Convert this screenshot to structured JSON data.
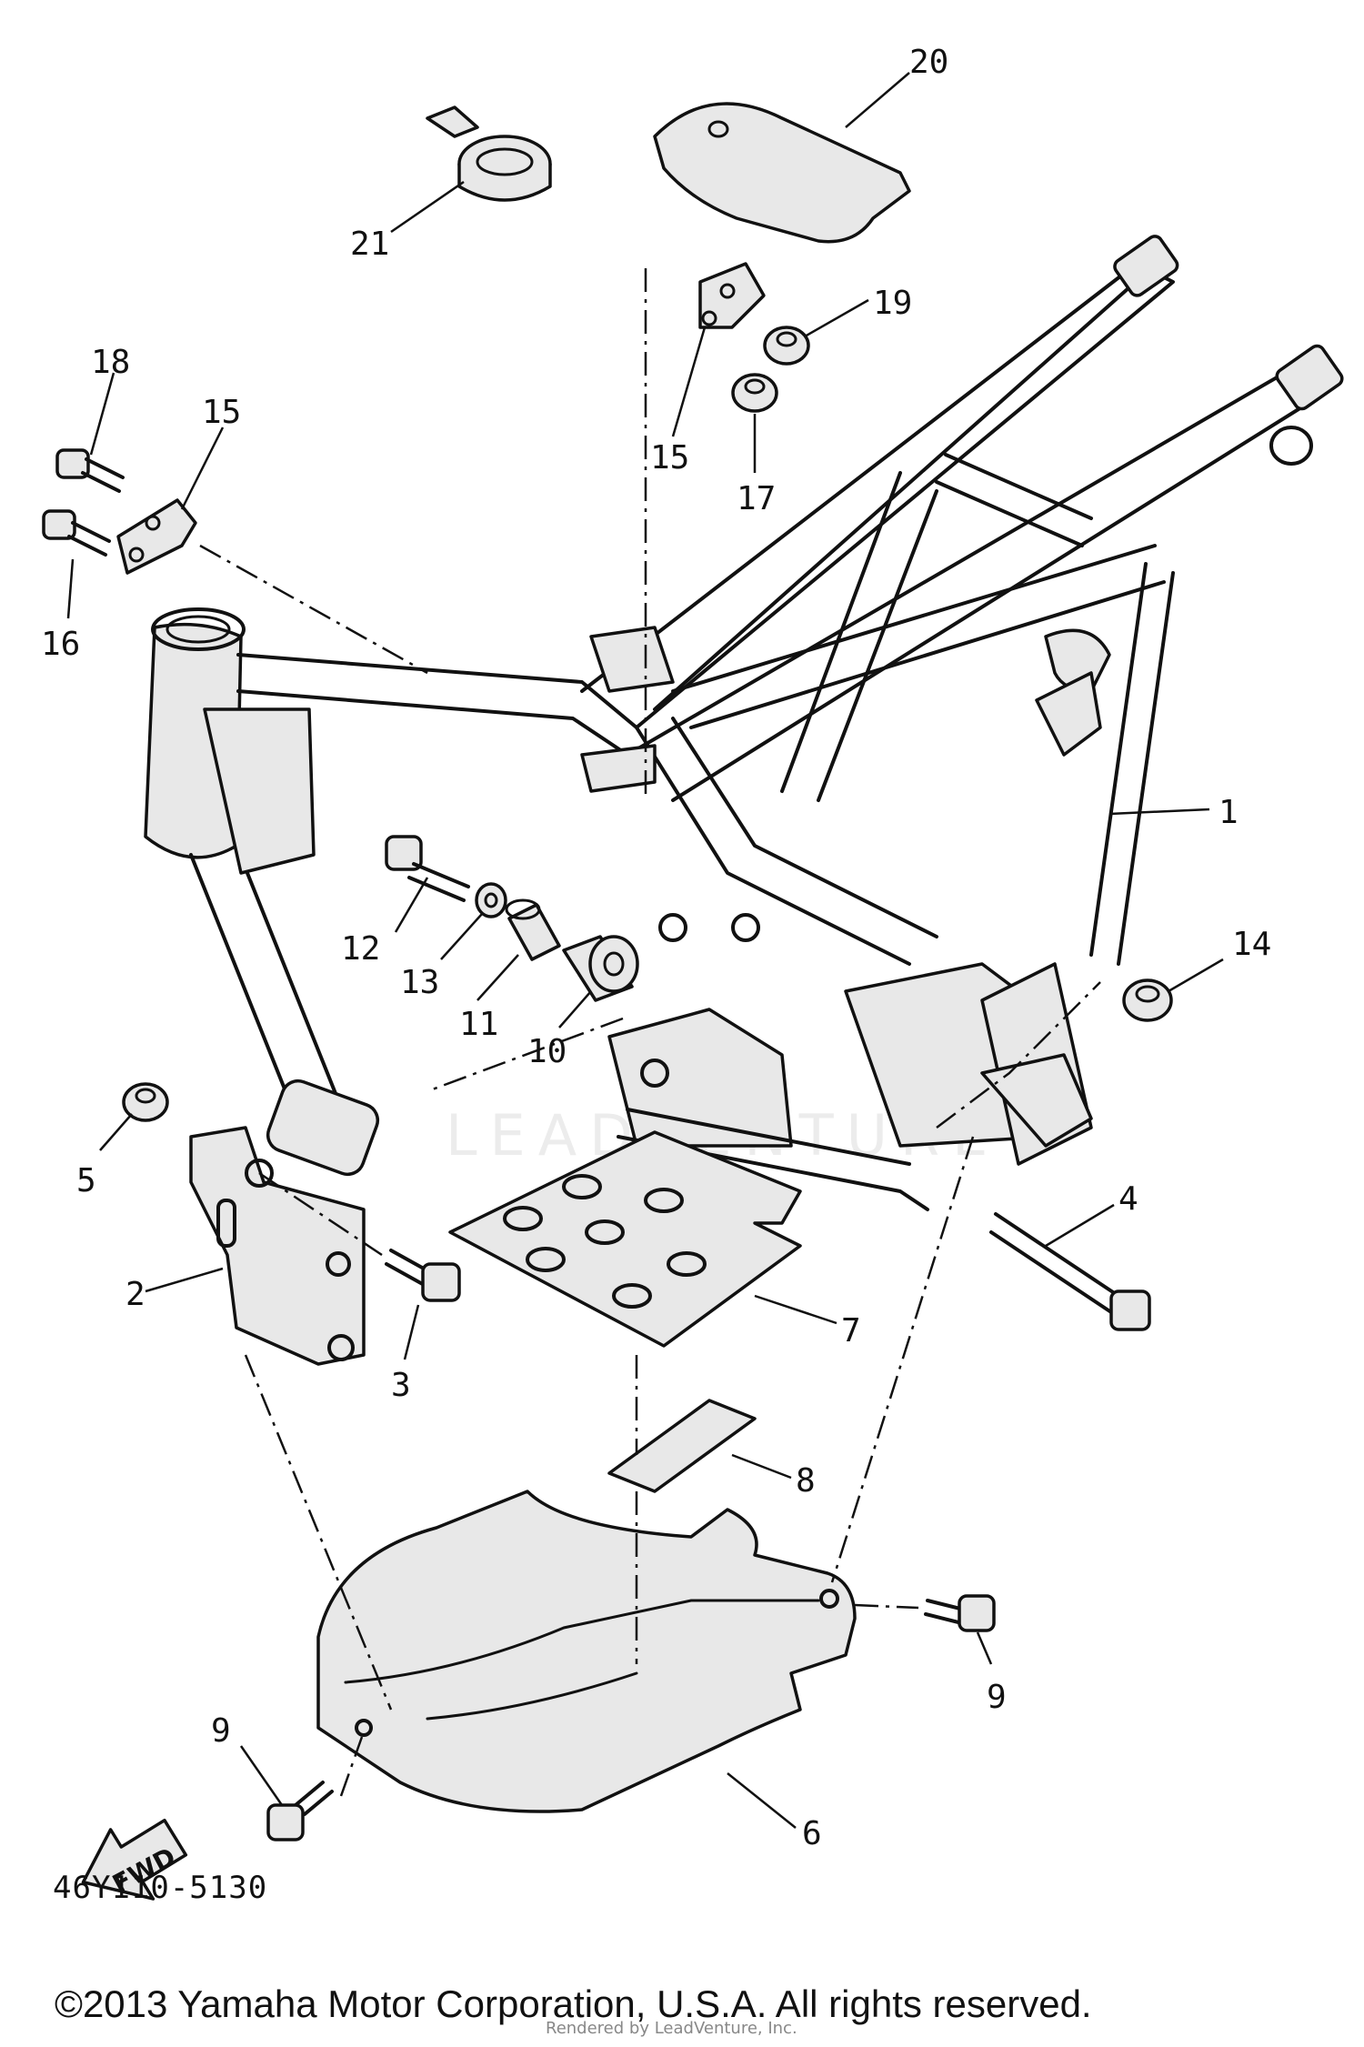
{
  "diagram": {
    "callouts": [
      {
        "n": "1"
      },
      {
        "n": "2"
      },
      {
        "n": "3"
      },
      {
        "n": "4"
      },
      {
        "n": "5"
      },
      {
        "n": "6"
      },
      {
        "n": "7"
      },
      {
        "n": "8"
      },
      {
        "n": "9"
      },
      {
        "n": "9"
      },
      {
        "n": "10"
      },
      {
        "n": "11"
      },
      {
        "n": "12"
      },
      {
        "n": "13"
      },
      {
        "n": "14"
      },
      {
        "n": "15"
      },
      {
        "n": "15"
      },
      {
        "n": "16"
      },
      {
        "n": "17"
      },
      {
        "n": "18"
      },
      {
        "n": "19"
      },
      {
        "n": "20"
      },
      {
        "n": "21"
      }
    ],
    "fwd_label": "FWD",
    "watermark": "LEADVENTURE",
    "part_code": "46Y110-5130"
  },
  "footer": {
    "copyright": "©2013 Yamaha Motor Corporation, U.S.A. All rights reserved.",
    "rendered_by": "Rendered by LeadVenture, Inc."
  }
}
